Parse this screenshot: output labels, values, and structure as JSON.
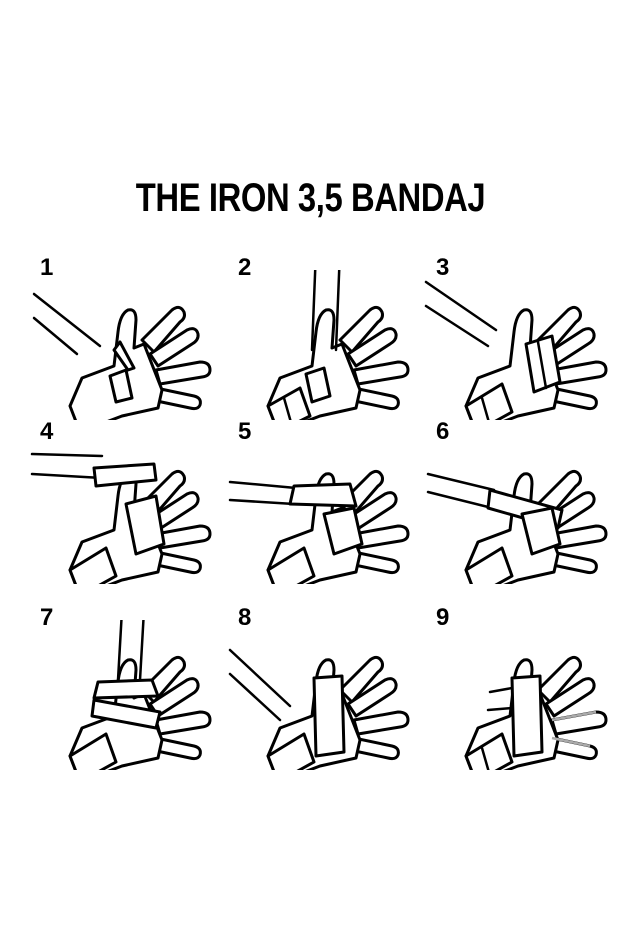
{
  "title": "THE IRON 3,5 BANDAJ",
  "colors": {
    "ink": "#000000",
    "background": "#ffffff",
    "faded_finger": "#aaaaaa"
  },
  "steps": [
    {
      "number": "1",
      "wrap": "thumb-loop-diagonal-tails"
    },
    {
      "number": "2",
      "wrap": "vertical-tails-over-wrist"
    },
    {
      "number": "3",
      "wrap": "knuckle-wrap-diagonal"
    },
    {
      "number": "4",
      "wrap": "horizontal-across-palm"
    },
    {
      "number": "5",
      "wrap": "horizontal-band-thumb-base"
    },
    {
      "number": "6",
      "wrap": "diagonal-across-knuckles"
    },
    {
      "number": "7",
      "wrap": "vertical-tails-over-knuckles"
    },
    {
      "number": "8",
      "wrap": "diagonal-band-center"
    },
    {
      "number": "9",
      "wrap": "completed-wrap"
    }
  ]
}
